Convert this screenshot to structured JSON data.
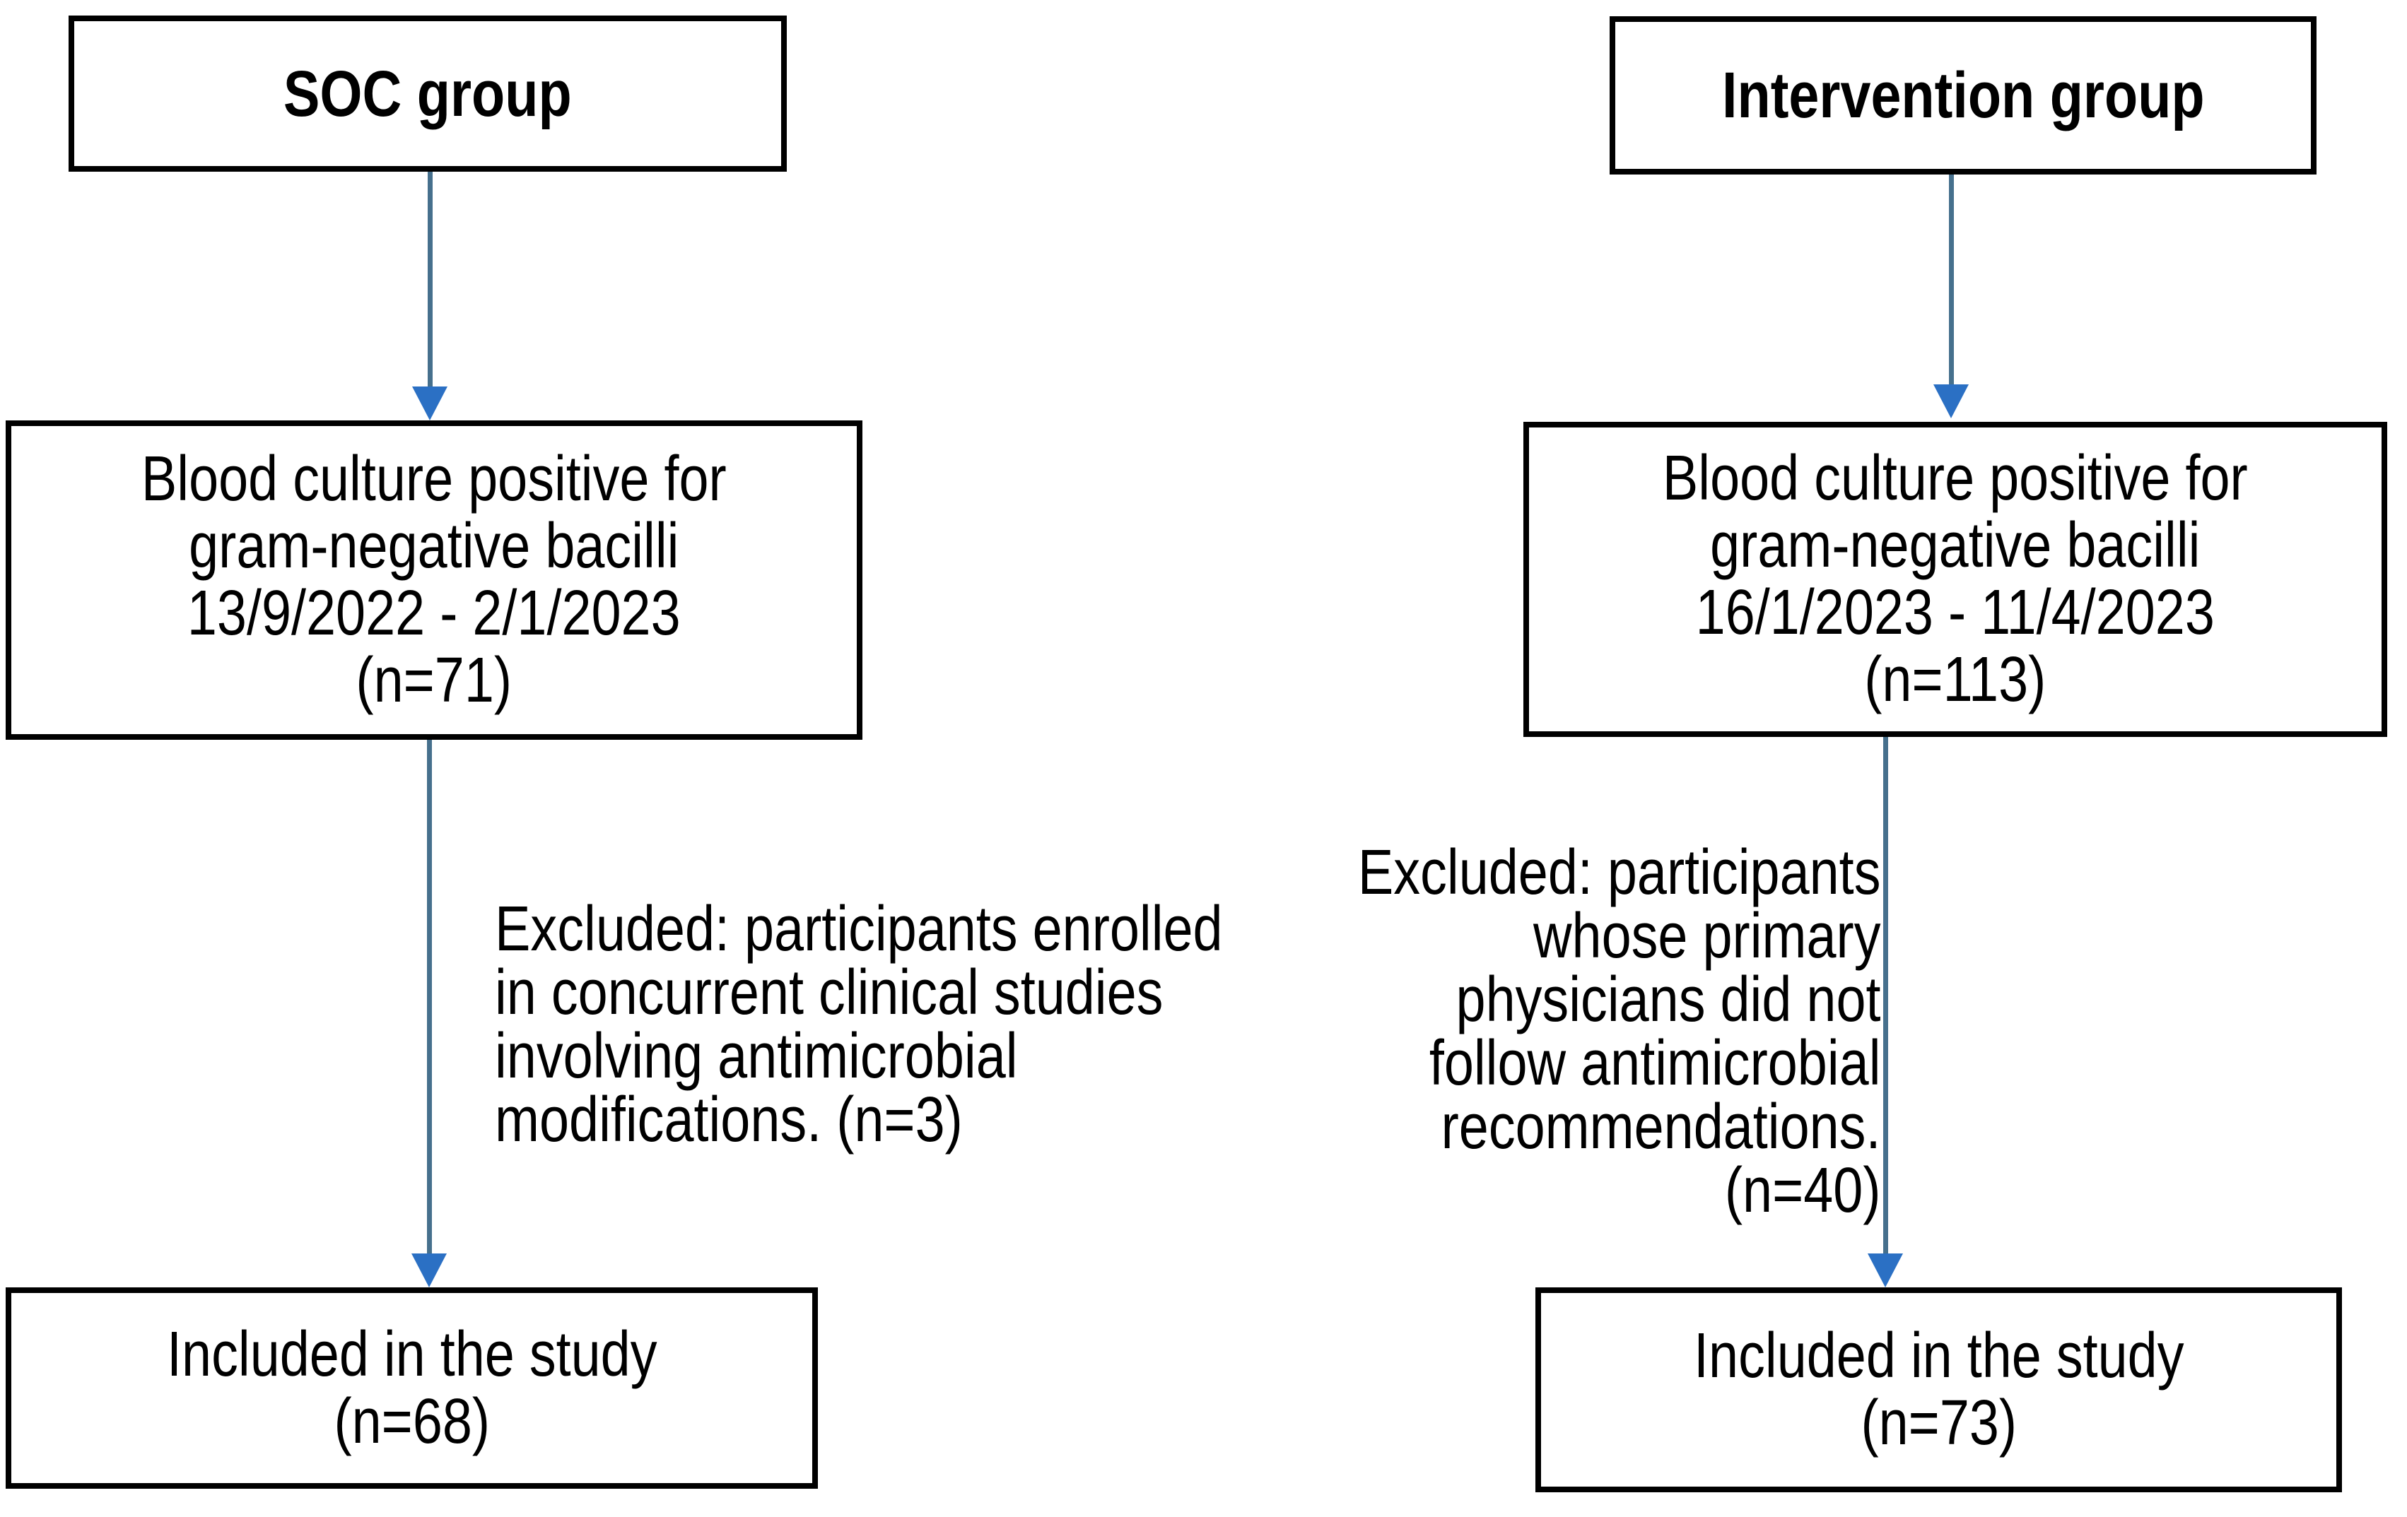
{
  "diagram": {
    "columns": [
      {
        "header": "SOC group",
        "eligible": "Blood culture positive for\ngram-negative bacilli\n13/9/2022 - 2/1/2023\n(n=71)",
        "excluded_note": "Excluded: participants enrolled\nin concurrent clinical studies\ninvolving antimicrobial\nmodifications. (n=3)",
        "included": "Included in the study\n(n=68)"
      },
      {
        "header": "Intervention group",
        "eligible": "Blood culture positive for\ngram-negative bacilli\n16/1/2023 - 11/4/2023\n(n=113)",
        "excluded_note": "Excluded: participants\nwhose primary\nphysicians did not\nfollow antimicrobial\nrecommendations.\n(n=40)",
        "included": "Included in the study\n(n=73)"
      }
    ],
    "colors": {
      "box_border": "#000000",
      "background": "#ffffff",
      "text": "#000000",
      "arrow_stem": "#46708d",
      "arrow_head": "#2b70c4"
    }
  }
}
